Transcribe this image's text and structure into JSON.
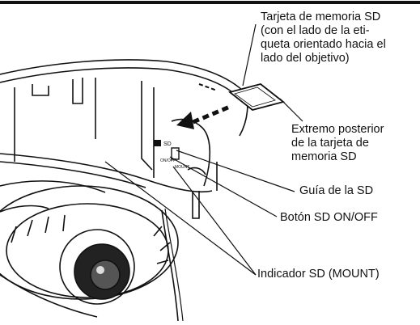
{
  "labels": {
    "sd_card": {
      "line1": "Tarjeta de memoria SD",
      "line2": "(con el lado de la eti-",
      "line3": "queta orientado hacia el",
      "line4": "lado del objetivo)"
    },
    "card_rear_end": {
      "line1": "Extremo posterior",
      "line2": "de la tarjeta de",
      "line3": "memoria SD"
    },
    "sd_guide": "Guía de la SD",
    "sd_button": "Botón SD ON/OFF",
    "sd_indicator": "Indicador SD (MOUNT)"
  },
  "colors": {
    "line": "#111111",
    "background": "#ffffff",
    "arrow": "#111111"
  }
}
